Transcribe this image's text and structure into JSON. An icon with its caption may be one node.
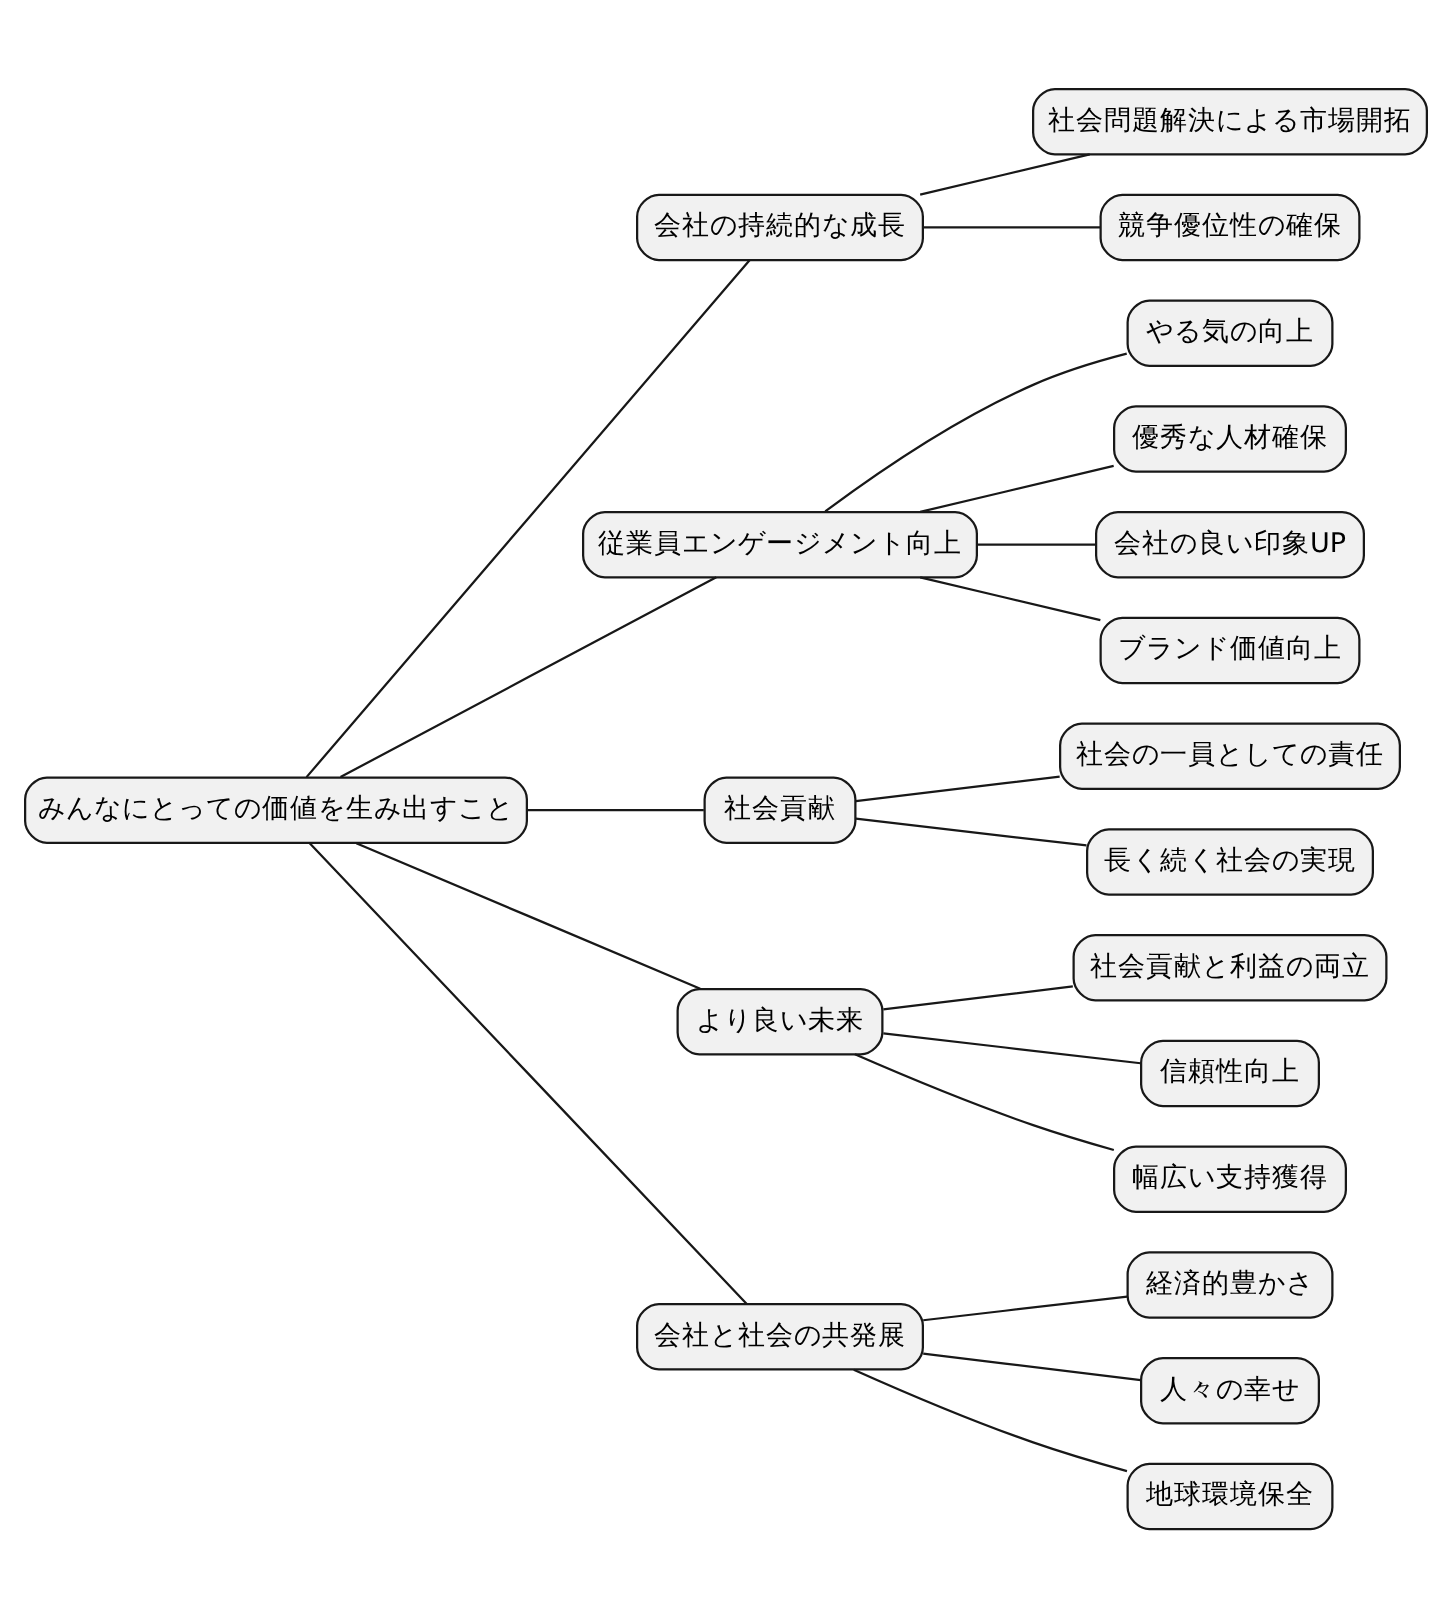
{
  "diagram": {
    "nodes": [
      {
        "text": [
          "みんなにとっての価値を生み出すこと"
        ]
      },
      {
        "text": [
          "会社の持続的な成長"
        ]
      },
      {
        "text": [
          "社会問題解決による市場開拓"
        ]
      },
      {
        "text": [
          "競争優位性の確保"
        ]
      },
      {
        "text": [
          "従業員エンゲージメント向上"
        ]
      },
      {
        "text": [
          "やる気の向上"
        ]
      },
      {
        "text": [
          "優秀な人材確保"
        ]
      },
      {
        "text": [
          "会社の良い印象UP"
        ]
      },
      {
        "text": [
          "ブランド価値向上"
        ]
      },
      {
        "text": [
          "社会貢献"
        ]
      },
      {
        "text": [
          "社会の一員としての責任"
        ]
      },
      {
        "text": [
          "長く続く社会の実現"
        ]
      },
      {
        "text": [
          "より良い未来"
        ]
      },
      {
        "text": [
          "社会貢献と利益の両立"
        ]
      },
      {
        "text": [
          "信頼性向上"
        ]
      },
      {
        "text": [
          "幅広い支持獲得"
        ]
      },
      {
        "text": [
          "会社と社会の共発展"
        ]
      },
      {
        "text": [
          "経済的豊かさ"
        ]
      },
      {
        "text": [
          "人々の幸せ"
        ]
      },
      {
        "text": [
          "地球環境保全"
        ]
      }
    ],
    "edges": [
      {
        "from": 0,
        "to": 1,
        "arrow": "none"
      },
      {
        "from": 1,
        "to": 2,
        "arrow": "none"
      },
      {
        "from": 1,
        "to": 3,
        "arrow": "none"
      },
      {
        "from": 0,
        "to": 4,
        "arrow": "none"
      },
      {
        "from": 4,
        "to": 5,
        "arrow": "none"
      },
      {
        "from": 4,
        "to": 6,
        "arrow": "none"
      },
      {
        "from": 4,
        "to": 7,
        "arrow": "none"
      },
      {
        "from": 4,
        "to": 8,
        "arrow": "none"
      },
      {
        "from": 0,
        "to": 9,
        "arrow": "none"
      },
      {
        "from": 9,
        "to": 10,
        "arrow": "none"
      },
      {
        "from": 9,
        "to": 11,
        "arrow": "none"
      },
      {
        "from": 0,
        "to": 12,
        "arrow": "none"
      },
      {
        "from": 12,
        "to": 13,
        "arrow": "none"
      },
      {
        "from": 12,
        "to": 14,
        "arrow": "none"
      },
      {
        "from": 12,
        "to": 15,
        "arrow": "none"
      },
      {
        "from": 0,
        "to": 16,
        "arrow": "none"
      },
      {
        "from": 16,
        "to": 17,
        "arrow": "none"
      },
      {
        "from": 16,
        "to": 18,
        "arrow": "none"
      },
      {
        "from": 16,
        "to": 19,
        "arrow": "none"
      }
    ]
  }
}
